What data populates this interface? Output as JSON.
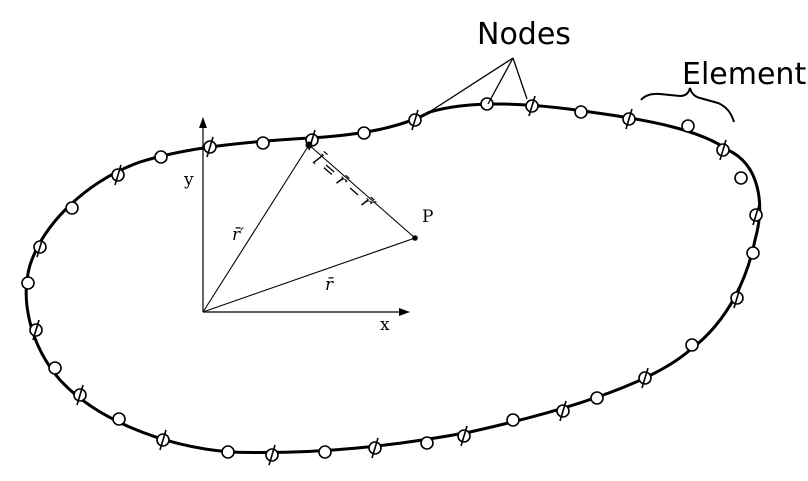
{
  "labels": {
    "nodes": "Nodes",
    "element": "Element",
    "axis_y": "y",
    "axis_x": "x",
    "point_p": "P",
    "vec_r_prime": "r̄′",
    "vec_r": "r̄",
    "vec_l": "l̄ = r̄ − r̄′"
  },
  "colors": {
    "ink": "#000000",
    "paper": "#ffffff"
  }
}
